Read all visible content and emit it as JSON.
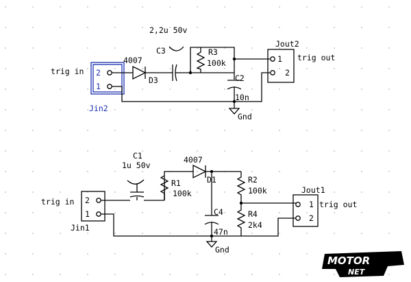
{
  "colors": {
    "ink": "#000000",
    "connector_highlight": "#1a2fb0",
    "grid_dot": "#b5b5b5"
  },
  "circuit_top": {
    "capacitor_c3": {
      "ref": "C3",
      "value": "2,2u 50v"
    },
    "diode_d3": {
      "ref": "D3",
      "part": "4007"
    },
    "resistor_r3": {
      "ref": "R3",
      "value": "100k"
    },
    "capacitor_c2": {
      "ref": "C2",
      "value": "10n"
    },
    "input_connector": {
      "ref": "Jin2",
      "signal": "trig in",
      "pin_top": "2",
      "pin_bottom": "1"
    },
    "output_connector": {
      "ref": "Jout2",
      "signal": "trig out",
      "pin_top": "1",
      "pin_bottom": "2"
    },
    "ground": "Gnd"
  },
  "circuit_bottom": {
    "capacitor_c1": {
      "ref": "C1",
      "value": "1u 50v"
    },
    "diode_d1": {
      "ref": "D1",
      "part": "4007"
    },
    "resistor_r1": {
      "ref": "R1",
      "value": "100k"
    },
    "resistor_r2": {
      "ref": "R2",
      "value": "100k"
    },
    "resistor_r4": {
      "ref": "R4",
      "value": "2k4"
    },
    "capacitor_c4": {
      "ref": "C4",
      "value": "47n"
    },
    "input_connector": {
      "ref": "Jin1",
      "signal": "trig in",
      "pin_top": "2",
      "pin_bottom": "1"
    },
    "output_connector": {
      "ref": "Jout1",
      "signal": "trig out",
      "pin_top": "1",
      "pin_bottom": "2"
    },
    "ground": "Gnd"
  },
  "watermark": {
    "line1": "MOTOR",
    "line2": "NET",
    "icon": "motornet-logo"
  }
}
